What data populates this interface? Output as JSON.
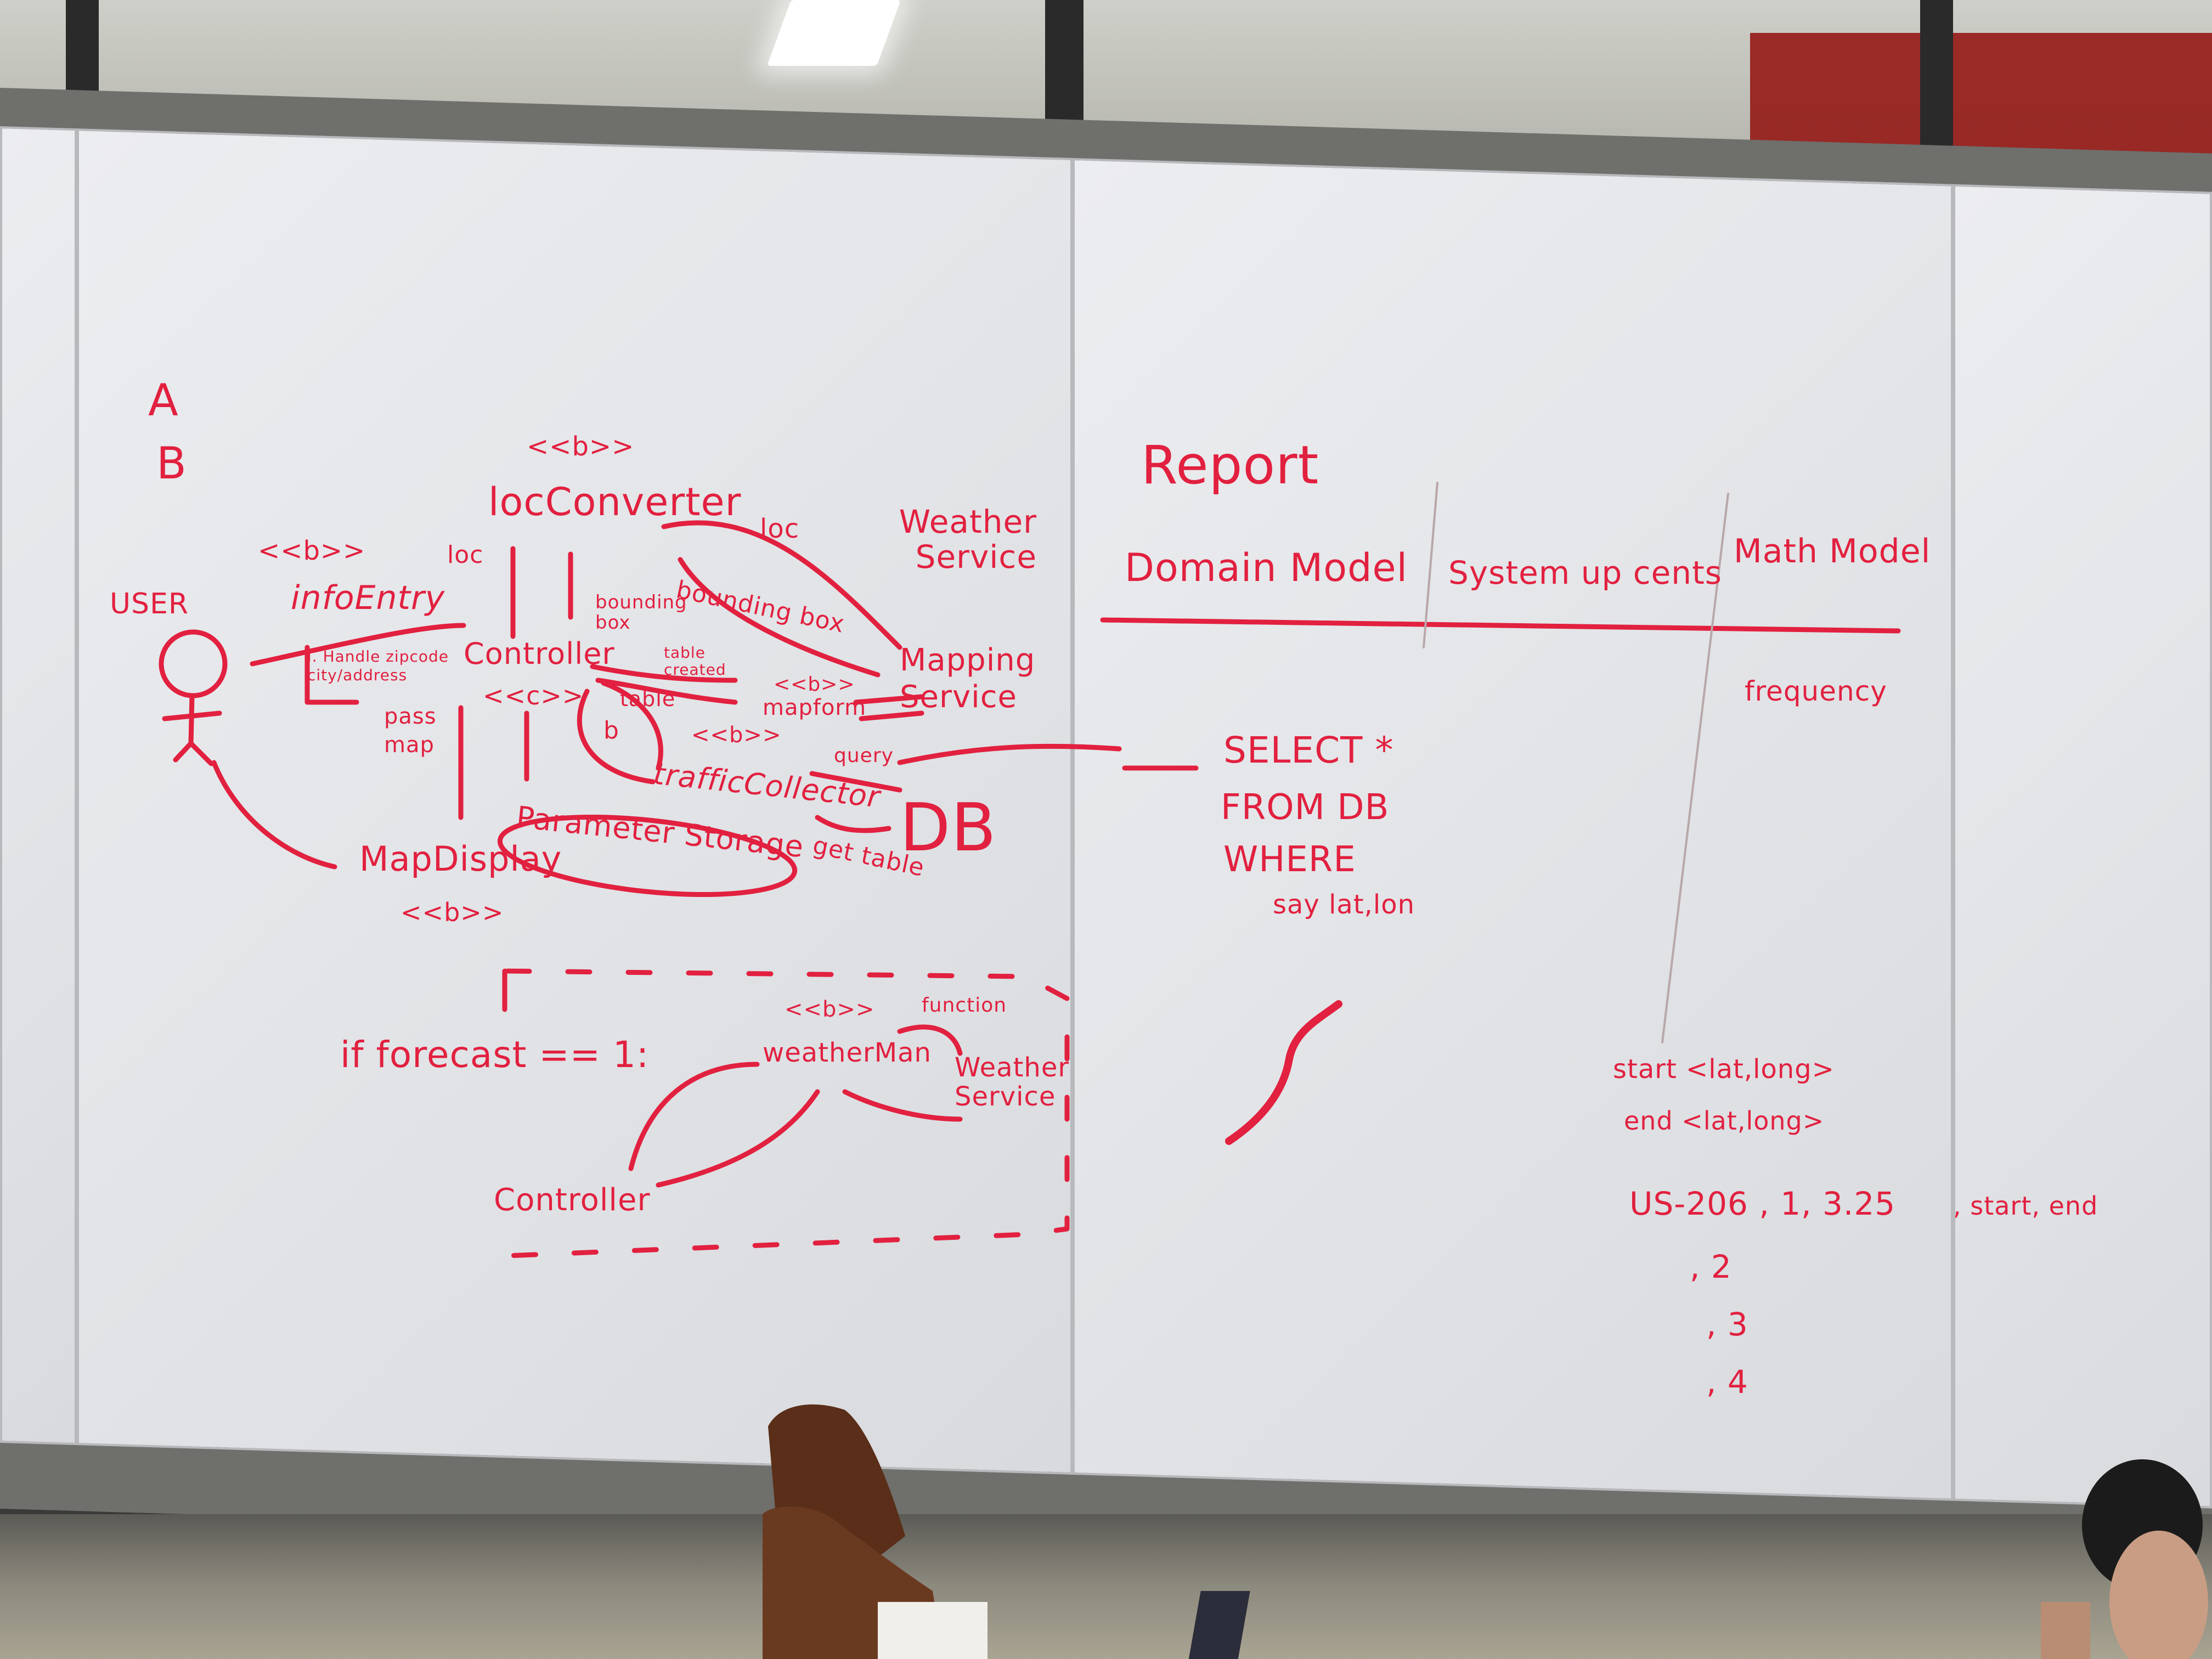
{
  "colors": {
    "marker_ink": "#e2203f",
    "whiteboard": "#e7e8eb",
    "frame": "#6f6f6c",
    "wall_red": "#8a2420"
  },
  "left_panel": {
    "options": [
      "A",
      "B"
    ],
    "actor_label": "USER",
    "nodes": {
      "stereo_locconverter": "<<b>>",
      "locconverter": "locConverter",
      "stereo_infoentry": "<<b>>",
      "infoentry": "infoEntry",
      "controller": "Controller",
      "controller_stereo": "<<c>>",
      "weather_service": "Weather Service",
      "mapping_service": "Mapping Service",
      "mapform_stereo": "<<b>>",
      "mapform": "mapform",
      "trafficcollector_stereo": "<<b>>",
      "trafficcollector": "trafficCollector",
      "parameter_storage": "Parameter Storage",
      "db": "DB",
      "mapdisplay": "MapDisplay",
      "mapdisplay_stereo": "<<b>>"
    },
    "edge_labels": {
      "loc_left": "loc",
      "loc_right": "loc",
      "bounding_box_short": "bounding box",
      "bounding_box_long": "bounding box",
      "handle_input": "i. Handle zipcode city/address",
      "pass_map": "pass map",
      "table_created": "table created",
      "table": "table",
      "b": "b",
      "query": "query",
      "get_table": "get table"
    },
    "forecast": {
      "condition": "if forecast == 1:",
      "weatherman_stereo": "<<b>>",
      "weatherman": "weatherMan",
      "weather_service": "Weather Service",
      "function": "function",
      "controller": "Controller"
    }
  },
  "right_panel": {
    "title": "Report",
    "columns": [
      "Domain Model",
      "System up cents",
      "Math Model"
    ],
    "bullet": "frequency",
    "sql": [
      "SELECT *",
      "FROM DB",
      "WHERE",
      "say lat,lon"
    ],
    "start_line": "start <lat,long>",
    "end_line": "end <lat,long>",
    "rows": [
      "US-206 , 1, 3.25",
      ", 2",
      ", 3",
      ", 4"
    ],
    "row_suffix": ", start, end"
  }
}
